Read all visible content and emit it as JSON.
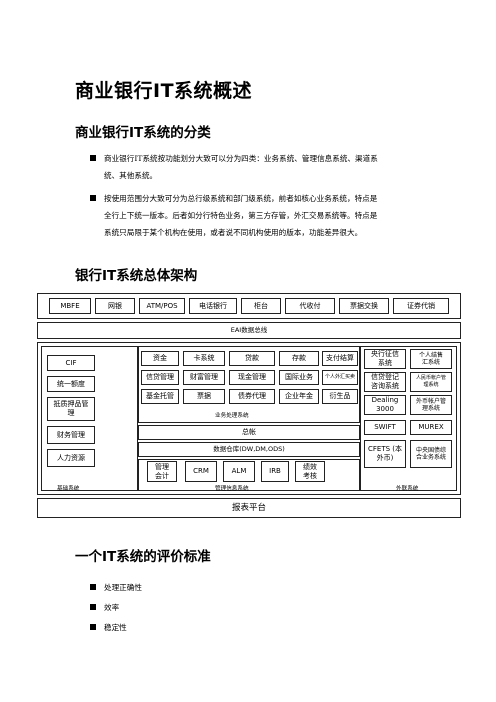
{
  "title": "商业银行IT系统概述",
  "section1": {
    "heading": "商业银行IT系统的分类",
    "bullets": [
      {
        "l1": "商业银行IT系统按功能划分大致可以分为四类：业务系统、管理信息系统、渠道系",
        "l2": "统、其他系统。"
      },
      {
        "l1": "按使用范围分大致可分为总行级系统和部门级系统，前者如核心业务系统，特点是",
        "l2": "全行上下统一版本。后者如分行特色业务，第三方存管，外汇交易系统等。特点是",
        "l3": "系统只局限于某个机构在使用，或者说不同机构使用的版本，功能差异很大。"
      }
    ]
  },
  "section2": {
    "heading": "银行IT系统总体架构"
  },
  "diagram": {
    "channels": [
      "MBFE",
      "网银",
      "ATM/POS",
      "电话银行",
      "柜台",
      "代收付",
      "票据交换",
      "证券代销"
    ],
    "eai": "EAI数据总线",
    "basic": {
      "items": [
        "CIF",
        "统一额度",
        "抵质押品管理",
        "财务管理",
        "人力资源"
      ],
      "caption": "基础系统"
    },
    "business": {
      "row1": [
        "资金",
        "卡系统",
        "贷款",
        "存款",
        "支付结算"
      ],
      "row2": [
        "信贷管理",
        "财富管理",
        "现金管理",
        "国际业务",
        "个人外汇买卖"
      ],
      "row3": [
        "基金托管",
        "票据",
        "债券代理",
        "企业年金",
        "衍生品"
      ],
      "caption": "业务处理系统"
    },
    "ledger": "总帐",
    "warehouse": "数据仓库(DW,DM,ODS)",
    "mis": {
      "items": [
        "管理会计",
        "CRM",
        "ALM",
        "IRB",
        "绩效考核"
      ],
      "caption": "管理信息系统"
    },
    "external": {
      "items": [
        "央行征信系统",
        "个人结售汇系统",
        "信贷登记咨询系统",
        "人民币帐户管理系统",
        "Dealing 3000",
        "外币帐户管理系统",
        "SWIFT",
        "MUREX",
        "CFETS (本外币)",
        "中央国债综合业务系统"
      ],
      "caption": "外联系统"
    },
    "report": "报表平台"
  },
  "section3": {
    "heading": "一个IT系统的评价标准",
    "bullets": [
      "处理正确性",
      "效率",
      "稳定性"
    ]
  }
}
